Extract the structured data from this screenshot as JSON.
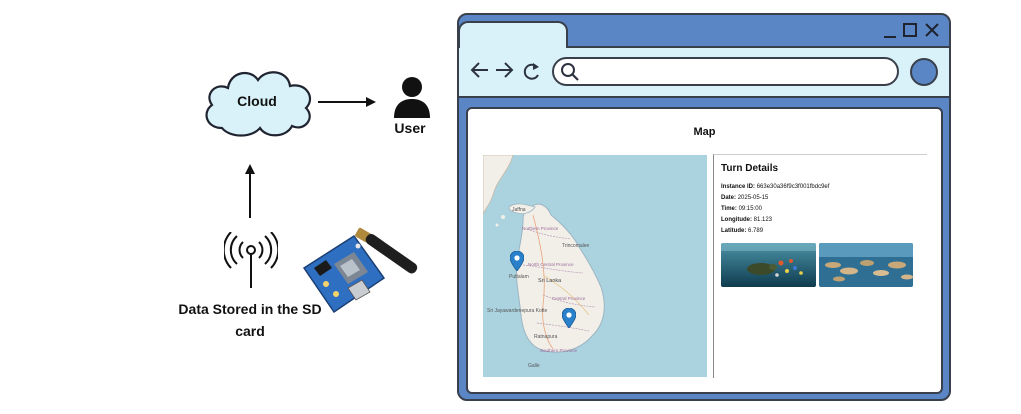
{
  "diagram": {
    "cloud_label": "Cloud",
    "user_label": "User",
    "data_label_line1": "Data Stored in the SD",
    "data_label_line2": "card"
  },
  "browser": {
    "page_title": "Map",
    "details": {
      "title": "Turn Details",
      "rows": [
        {
          "key": "Instance ID:",
          "value": "663e30a36f9c3f001fbdc9ef"
        },
        {
          "key": "Date:",
          "value": "2025-05-15"
        },
        {
          "key": "Time:",
          "value": "09:15:00"
        },
        {
          "key": "Longitude:",
          "value": "81.123"
        },
        {
          "key": "Latitude:",
          "value": "6.789"
        }
      ]
    },
    "map": {
      "labels": [
        "Jaffna",
        "Northern Province",
        "Trincomalee",
        "Puttalam",
        "North Central Province",
        "Sri Lanka",
        "Central Province",
        "Sri Jayawardenepura Kotte",
        "Ratnapura",
        "Southern Province",
        "Galle"
      ]
    }
  },
  "colors": {
    "window_blue": "#5b86c5",
    "toolbar_bg": "#d9f2f9",
    "border": "#3a3f4c",
    "water": "#aad3df",
    "land": "#f2efe9",
    "marker": "#2a81cb"
  },
  "icons": [
    "cloud-icon",
    "arrow-right-icon",
    "user-icon",
    "arrow-up-icon",
    "signal-icon",
    "gsm-module-icon",
    "back-arrow-icon",
    "forward-arrow-icon",
    "reload-icon",
    "search-icon",
    "minimize-icon",
    "maximize-icon",
    "close-icon",
    "map-marker-icon"
  ]
}
